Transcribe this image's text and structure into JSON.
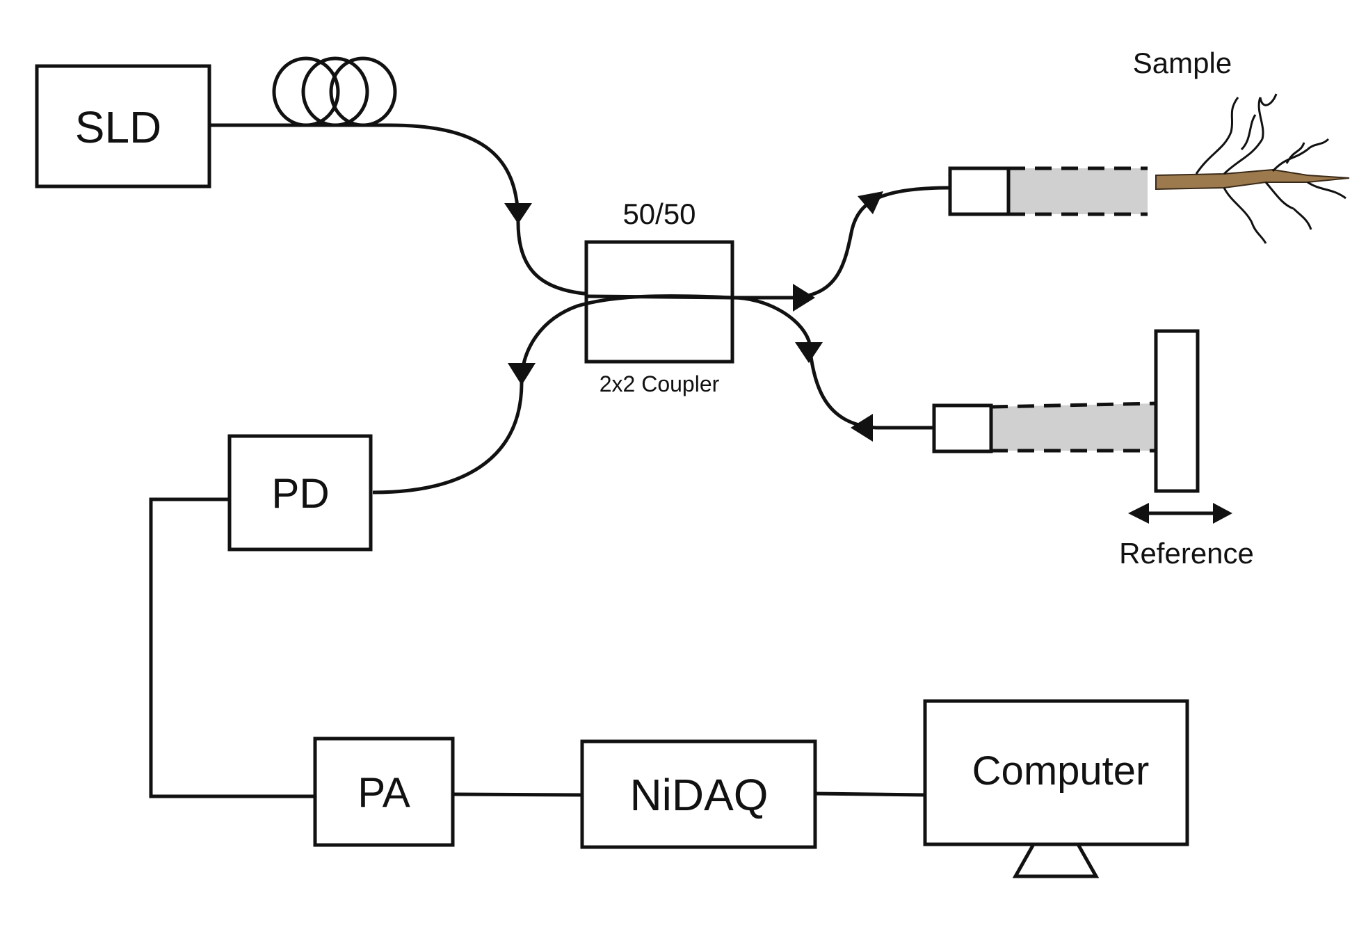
{
  "boxes": {
    "sld": "SLD",
    "pd": "PD",
    "pa": "PA",
    "nidaq": "NiDAQ",
    "computer": "Computer"
  },
  "coupler": {
    "ratio": "50/50",
    "caption": "2x2 Coupler"
  },
  "arms": {
    "sample": "Sample",
    "reference": "Reference"
  },
  "colors": {
    "line": "#111111",
    "beam": "#d0d0d0",
    "branch": "#9c7a4e"
  }
}
